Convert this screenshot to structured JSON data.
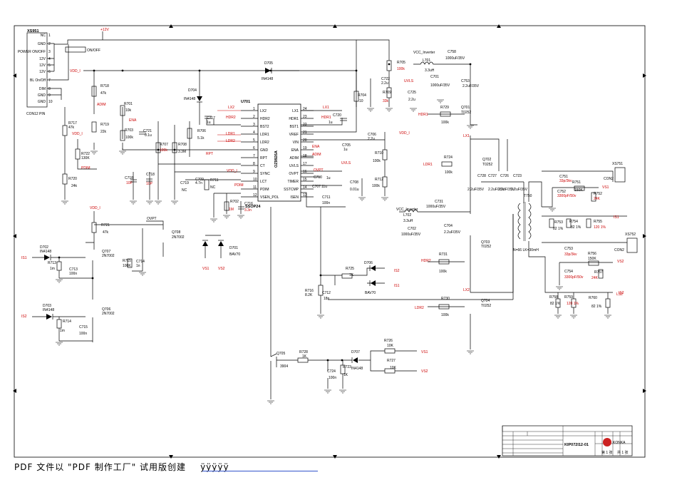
{
  "footer": {
    "text": "PDF 文件以 \"PDF 制作工厂\" 试用版创建",
    "mark": "ÿÿÿÿÿ"
  },
  "title_block": {
    "drawing_no": "KIP072I12-01",
    "logo_text": "KONKA",
    "page": "第 1 张",
    "pages": "共 1 张"
  },
  "connectors": {
    "xs951": {
      "name": "XS951",
      "type": "CON12 PIN",
      "pins": [
        "NC",
        "GND",
        "POWER ON/OFF",
        "12V",
        "12V",
        "12V",
        "BL On/Off",
        "DIM",
        "GND",
        "GND"
      ]
    },
    "xs751": {
      "name": "XS751",
      "type": "CON2"
    },
    "xs752": {
      "name": "XS752",
      "type": "CON2"
    }
  },
  "ic": {
    "ref": "U701",
    "part": "OZ9926A",
    "package": "SSOP24",
    "left_pins": [
      {
        "no": "1",
        "name": "LX2"
      },
      {
        "no": "2",
        "name": "HDR2"
      },
      {
        "no": "3",
        "name": "BST2"
      },
      {
        "no": "4",
        "name": "LDR1"
      },
      {
        "no": "5",
        "name": "LDR2"
      },
      {
        "no": "6",
        "name": "GND"
      },
      {
        "no": "7",
        "name": "RPT"
      },
      {
        "no": "8",
        "name": "CT"
      },
      {
        "no": "9",
        "name": "SYNC"
      },
      {
        "no": "10",
        "name": "LCT"
      },
      {
        "no": "11",
        "name": "PDIM"
      },
      {
        "no": "12",
        "name": "VSEN_POL"
      }
    ],
    "right_pins": [
      {
        "no": "24",
        "name": "LX1"
      },
      {
        "no": "23",
        "name": "HDR1"
      },
      {
        "no": "22",
        "name": "BST1"
      },
      {
        "no": "21",
        "name": "VREF"
      },
      {
        "no": "20",
        "name": "VIN"
      },
      {
        "no": "19",
        "name": "ENA"
      },
      {
        "no": "18",
        "name": "ADIM"
      },
      {
        "no": "17",
        "name": "UVLS"
      },
      {
        "no": "16",
        "name": "OVPT"
      },
      {
        "no": "15",
        "name": "TIMER"
      },
      {
        "no": "14",
        "name": "SSTCMP"
      },
      {
        "no": "13",
        "name": "ISEN"
      }
    ]
  },
  "nets": {
    "plus12v": "+12V",
    "vdd_i": "VDD_I",
    "vcc_inverter": "VCC_Inverter",
    "onoff": "ON/OFF",
    "ena": "ENA",
    "adim": "ADIM",
    "pdim": "PDIM",
    "lx1": "LX1",
    "lx2": "LX2",
    "ldr1": "LDR1",
    "ldr2": "LDR2",
    "hdr1": "HDR1",
    "hdr2": "HDR2",
    "rpt": "RPT",
    "uvls": "UVLS",
    "ovpt": "OVPT",
    "is1": "IS1",
    "is2": "IS2",
    "vs1": "VS1",
    "vs2": "VS2",
    "ls2": "LS2"
  },
  "parts": {
    "R705": {
      "ref": "R705",
      "val": "100k"
    },
    "R709": {
      "ref": "R709",
      "val": "33k"
    },
    "C722": {
      "ref": "C722",
      "val": "2.2u"
    },
    "C725": {
      "ref": "C725",
      "val": "2.2u"
    },
    "L701": {
      "ref": "L701",
      "val": "3.3uH"
    },
    "C758": {
      "ref": "C758",
      "val": "1000uF/35V"
    },
    "C701": {
      "ref": "C701",
      "val": "1000uF/35V"
    },
    "C753": {
      "ref": "C753",
      "val": "2.2uF/35V"
    },
    "Q701": {
      "ref": "Q701",
      "val": "T0252"
    },
    "R729": {
      "ref": "R729",
      "val": "100k"
    },
    "R718": {
      "ref": "R718",
      "val": "47k"
    },
    "R719": {
      "ref": "R719",
      "val": "22k"
    },
    "R701": {
      "ref": "R701",
      "val": "10k"
    },
    "R703": {
      "ref": "R703",
      "val": "100k"
    },
    "C721": {
      "ref": "C721",
      "val": "0.1u"
    },
    "R717": {
      "ref": "R717",
      "val": "47k"
    },
    "R722": {
      "ref": "R722",
      "val": "130K"
    },
    "R720": {
      "ref": "R720",
      "val": "24k"
    },
    "D705": {
      "ref": "D705",
      "val": "IN4148"
    },
    "D704": {
      "ref": "D704",
      "val": "IN4148"
    },
    "C717": {
      "ref": "C717",
      "val": "1u"
    },
    "R706": {
      "ref": "R706",
      "val": "5.1k"
    },
    "R707": {
      "ref": "R707",
      "val": "100k"
    },
    "R708": {
      "ref": "R708",
      "val": "3.3M"
    },
    "C718": {
      "ref": "C718",
      "val": "10P"
    },
    "C719": {
      "ref": "C719",
      "val": "NC"
    },
    "C709": {
      "ref": "C709",
      "val": "4.7n"
    },
    "R711": {
      "ref": "R711",
      "val": "NC"
    },
    "R702": {
      "ref": "R702",
      "val": "1M"
    },
    "C716": {
      "ref": "C716",
      "val": "3.3n"
    },
    "D701": {
      "ref": "D701",
      "val": "BAV70"
    },
    "R704": {
      "ref": "R704",
      "val": "10"
    },
    "C720": {
      "ref": "C720",
      "val": "1u"
    },
    "C706": {
      "ref": "C706",
      "val": "2.2u"
    },
    "C705": {
      "ref": "C705",
      "val": "1u"
    },
    "R710": {
      "ref": "R710",
      "val": "100k"
    },
    "R712": {
      "ref": "R712",
      "val": "100k"
    },
    "C708": {
      "ref": "C708",
      "val": "0.01u"
    },
    "C710": {
      "ref": "C710",
      "val": "1u"
    },
    "C707": {
      "ref": "C707",
      "val": "11u"
    },
    "C711": {
      "ref": "C711",
      "val": "100n"
    },
    "L702": {
      "ref": "L702",
      "val": "3.3uH"
    },
    "C731": {
      "ref": "C731",
      "val": "1000uF/35V"
    },
    "C702": {
      "ref": "C702",
      "val": "1000uF/35V"
    },
    "C704": {
      "ref": "C704",
      "val": "2.2uF/35V"
    },
    "Q703": {
      "ref": "Q703",
      "val": "T0252"
    },
    "R731": {
      "ref": "R731",
      "val": "100k"
    },
    "R724": {
      "ref": "R724",
      "val": "100k"
    },
    "Q702": {
      "ref": "Q702",
      "val": "T0252"
    },
    "Q704": {
      "ref": "Q704",
      "val": "T0252"
    },
    "R730": {
      "ref": "R730",
      "val": "100k"
    },
    "C728": {
      "ref": "C728",
      "val": "2.2uF/35V"
    },
    "C727": {
      "ref": "C727",
      "val": "2.2uF/35V"
    },
    "C726": {
      "ref": "C726",
      "val": "2.2uF/35V"
    },
    "C723": {
      "ref": "C723",
      "val": "2.2uF/35V"
    },
    "T750": {
      "ref": "T750",
      "val": "N=66 LK=30mH"
    },
    "C751": {
      "ref": "C751",
      "val": "33p/3kv"
    },
    "R751": {
      "ref": "R751",
      "val": "150K"
    },
    "C752": {
      "ref": "C752",
      "val": "3300pF/50v"
    },
    "R752": {
      "ref": "R752",
      "val": "24K"
    },
    "R753": {
      "ref": "R753",
      "val": "82 1%"
    },
    "R754": {
      "ref": "R754",
      "val": "82 1%"
    },
    "R755": {
      "ref": "R755",
      "val": "120 1%"
    },
    "C753b": {
      "ref": "C753",
      "val": "33p/3kv"
    },
    "R756": {
      "ref": "R756",
      "val": "150K"
    },
    "C754": {
      "ref": "C754",
      "val": "3300pF/50v"
    },
    "R757": {
      "ref": "R757",
      "val": "24K"
    },
    "R758": {
      "ref": "R758",
      "val": "82 1%"
    },
    "R759": {
      "ref": "R759",
      "val": "120 1%"
    },
    "R760": {
      "ref": "R760",
      "val": "82 1%"
    },
    "R721": {
      "ref": "R721",
      "val": "47k"
    },
    "Q708": {
      "ref": "Q708",
      "val": "2N7002"
    },
    "D702": {
      "ref": "D702",
      "val": "IN4148"
    },
    "R713": {
      "ref": "R713",
      "val": "1m"
    },
    "Q707": {
      "ref": "Q707",
      "val": "2N7002"
    },
    "C713": {
      "ref": "C713",
      "val": "100n"
    },
    "R715": {
      "ref": "R715",
      "val": "100K"
    },
    "C714": {
      "ref": "C714",
      "val": "1n"
    },
    "D703": {
      "ref": "D703",
      "val": "IN4148"
    },
    "R714": {
      "ref": "R714",
      "val": "1m"
    },
    "Q706": {
      "ref": "Q706",
      "val": "2N7002"
    },
    "C715": {
      "ref": "C715",
      "val": "100n"
    },
    "D706": {
      "ref": "D706",
      "val": "BAV70"
    },
    "R725": {
      "ref": "R725",
      "val": "1K"
    },
    "R716": {
      "ref": "R716",
      "val": "8.2K"
    },
    "C712": {
      "ref": "C712",
      "val": "18n"
    },
    "Q705": {
      "ref": "Q705",
      "val": "3904"
    },
    "R728": {
      "ref": "R728",
      "val": "1K"
    },
    "C724": {
      "ref": "C724",
      "val": "100n"
    },
    "R723": {
      "ref": "R723",
      "val": "1K"
    },
    "D707": {
      "ref": "D707",
      "val": "IN4148"
    },
    "R726": {
      "ref": "R726",
      "val": "10K"
    },
    "R727": {
      "ref": "R727",
      "val": "10K"
    }
  }
}
